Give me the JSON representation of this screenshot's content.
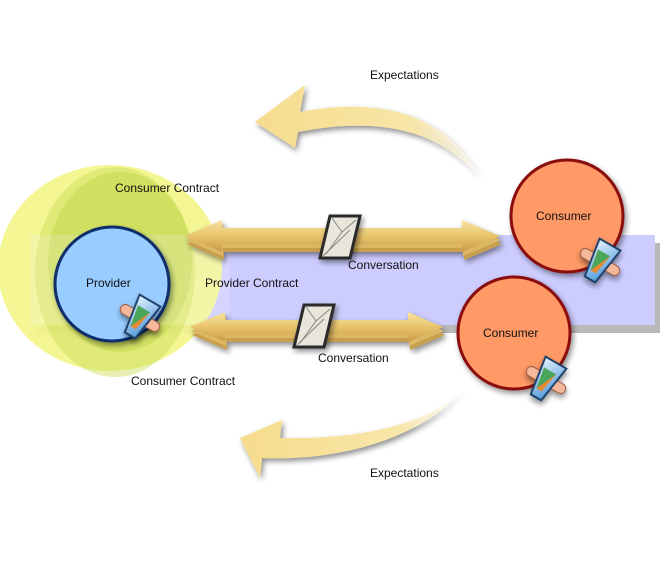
{
  "diagram": {
    "colors": {
      "provider_fill": "#99ccff",
      "provider_stroke": "#003366",
      "consumer_fill": "#ff9966",
      "consumer_stroke": "#8b0000",
      "provider_contract_band": "#ccccff",
      "consumer_contract_outer": "#f2f58a",
      "consumer_contract_inner": "#cfe05a",
      "arrow_fill": "#f3d98a"
    },
    "labels": {
      "provider": "Provider",
      "consumer_top": "Consumer",
      "consumer_bottom": "Consumer",
      "provider_contract": "Provider Contract",
      "consumer_contract_top": "Consumer Contract",
      "consumer_contract_bottom": "Consumer Contract",
      "conversation_top": "Conversation",
      "conversation_bottom": "Conversation",
      "expectations_top": "Expectations",
      "expectations_bottom": "Expectations"
    },
    "icons": {
      "connector": "puzzle-connector-icon",
      "message": "envelope-icon"
    }
  }
}
